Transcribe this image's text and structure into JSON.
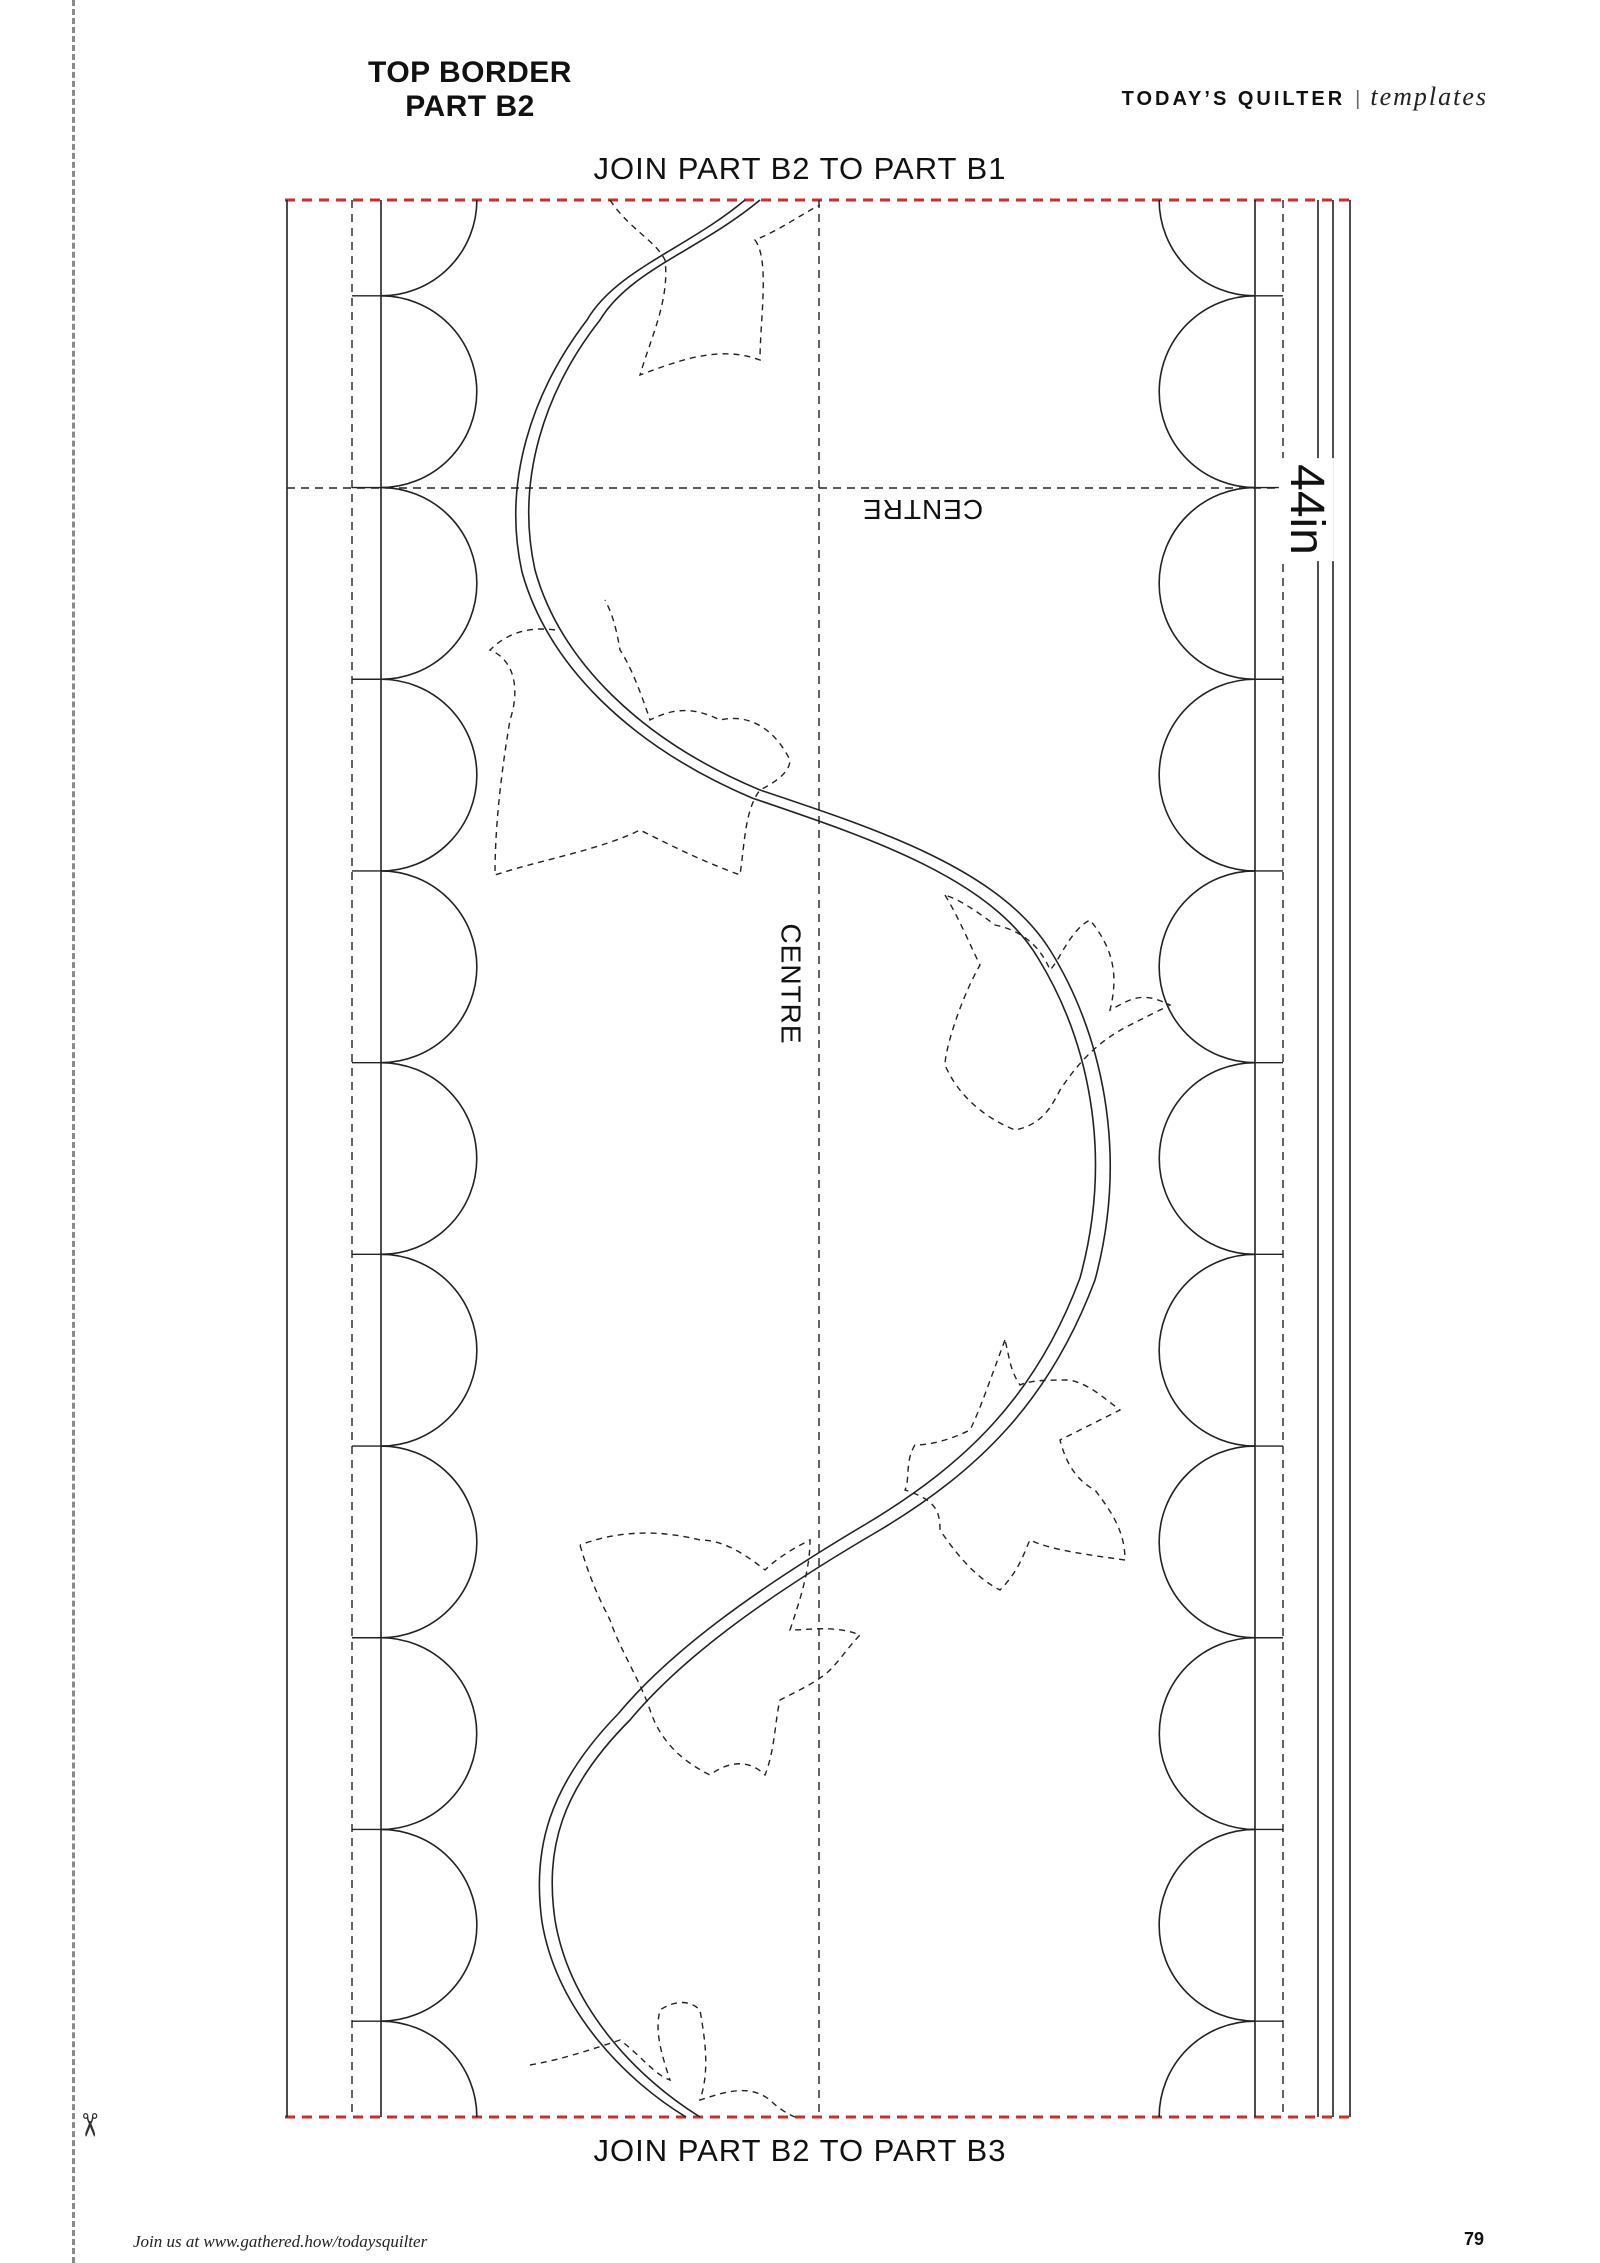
{
  "header": {
    "title_line1": "TOP BORDER",
    "title_line2": "PART B2",
    "brand_name": "TODAY’S QUILTER",
    "brand_separator": "|",
    "brand_section": "templates"
  },
  "template": {
    "join_top": "JOIN PART B2 TO PART B1",
    "join_bottom": "JOIN PART B2 TO PART B3",
    "centre_horizontal": "CENTRE",
    "centre_vertical": "CENTRE",
    "measurement": "44in",
    "scallop_count_per_side": 10
  },
  "footer": {
    "link_text": "Join us at www.gathered.how/todaysquilter",
    "page_number": "79"
  },
  "colors": {
    "join_line": "#d42a2a",
    "line": "#222222",
    "cut_line": "#8a8a8a"
  },
  "icons": {
    "scissors": "scissors-icon"
  }
}
